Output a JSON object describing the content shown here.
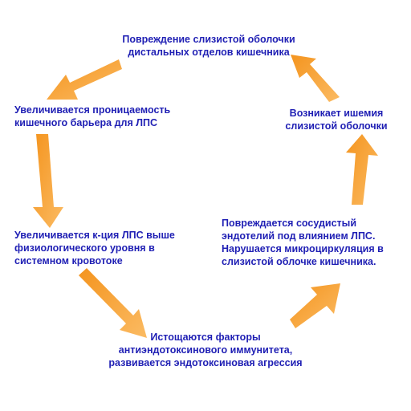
{
  "colors": {
    "arrow_fill": "#f7a43a",
    "text": "#1f1fb4",
    "background": "#ffffff"
  },
  "cycle": {
    "nodes": [
      {
        "id": "mucosa-damage",
        "lines": [
          "Повреждение слизистой оболочки",
          "дистальных отделов кишечника"
        ]
      },
      {
        "id": "permeability",
        "lines": [
          "Увеличивается проницаемость",
          "кишечного барьера для ЛПС"
        ]
      },
      {
        "id": "lps-level",
        "lines": [
          "Увеличивается к-ция  ЛПС выше",
          "физиологического уровня в",
          "системном кровотоке"
        ]
      },
      {
        "id": "immunity-depletion",
        "lines": [
          "Истощаются факторы",
          "антиэндотоксинового иммунитета,",
          "развивается эндотоксиновая агрессия"
        ]
      },
      {
        "id": "endothelium-damage",
        "lines": [
          "Повреждается сосудистый",
          "эндотелий под влиянием ЛПС.",
          "Нарушается микроциркуляция в",
          "слизистой облочке кишечника."
        ]
      },
      {
        "id": "ischemia",
        "lines": [
          "Возникает ишемия",
          "слизистой оболочки"
        ]
      }
    ],
    "arrows": [
      {
        "from": "mucosa-damage",
        "to": "permeability"
      },
      {
        "from": "permeability",
        "to": "lps-level"
      },
      {
        "from": "lps-level",
        "to": "immunity-depletion"
      },
      {
        "from": "immunity-depletion",
        "to": "endothelium-damage"
      },
      {
        "from": "endothelium-damage",
        "to": "ischemia"
      },
      {
        "from": "ischemia",
        "to": "mucosa-damage"
      }
    ]
  }
}
